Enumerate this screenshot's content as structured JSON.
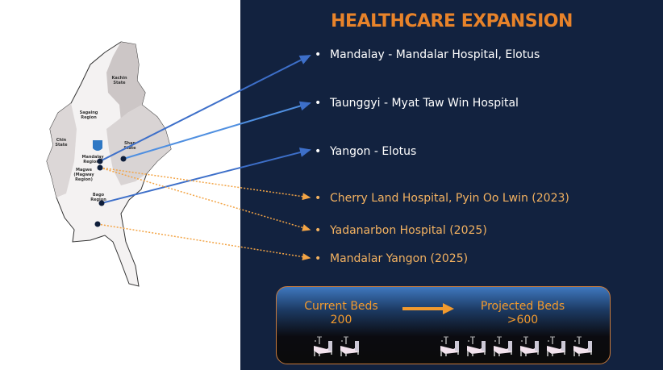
{
  "title": "HEALTHCARE EXPANSION",
  "bullets": [
    {
      "text": "Mandalay - Mandalar Hospital, Elotus",
      "color": "white"
    },
    {
      "text": "Taunggyi - Myat Taw Win Hospital",
      "color": "white"
    },
    {
      "text": "Yangon - Elotus",
      "color": "white"
    },
    {
      "text": "Cherry Land Hospital, Pyin Oo Lwin (2023)",
      "color": "orange"
    },
    {
      "text": "Yadanarbon Hospital (2025)",
      "color": "orange"
    },
    {
      "text": "Mandalar Yangon (2025)",
      "color": "orange"
    }
  ],
  "bullet_symbol": "•",
  "map_labels": {
    "kachin": [
      "Kachin",
      "State"
    ],
    "sagaing": [
      "Sagaing",
      "Region"
    ],
    "chin": [
      "Chin",
      "State"
    ],
    "shan": [
      "Shan",
      "State"
    ],
    "mandalay": [
      "Mandalay",
      "Region"
    ],
    "magwe": [
      "Magwe",
      "(Magway",
      "Region)"
    ],
    "bago": [
      "Bago",
      "Region"
    ]
  },
  "beds": {
    "current_label": "Current Beds",
    "current_value": "200",
    "projected_label": "Projected Beds",
    "projected_value": ">600",
    "current_icons": 2,
    "projected_icons": 6
  },
  "colors": {
    "title": "#e8832a",
    "solid_arrow": "#3d6fc9",
    "dotted_arrow": "#f3a445",
    "background": "#12223f"
  }
}
